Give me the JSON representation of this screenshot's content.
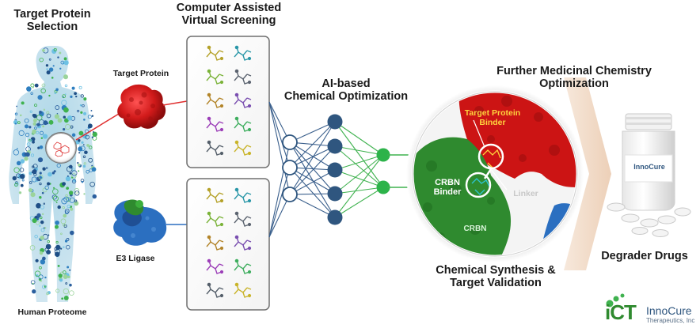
{
  "labels": {
    "target_selection": [
      "Target Protein",
      "Selection"
    ],
    "virtual_screening": [
      "Computer Assisted",
      "Virtual Screening"
    ],
    "target_protein": "Target Protein",
    "e3_ligase": "E3 Ligase",
    "human_proteome": "Human Proteome",
    "ai_optimization": [
      "AI-based",
      "Chemical Optimization"
    ],
    "further_optimization": [
      "Further Medicinal Chemistry",
      "Optimization"
    ],
    "synthesis": [
      "Chemical Synthesis &",
      "Target Validation"
    ],
    "degrader_drugs": "Degrader Drugs"
  },
  "structure_labels": {
    "target_binder": [
      "Target Protein",
      "Binder"
    ],
    "crbn_binder": [
      "CRBN",
      "Binder"
    ],
    "linker": "Linker",
    "crbn": "CRBN"
  },
  "bottle_label": "InnoCure",
  "logo": {
    "mark": "iCT",
    "name": "InnoCure",
    "subtitle": "Therapeutics, Inc"
  },
  "colors": {
    "navy": "#2f567f",
    "green_node": "#2db34a",
    "line_blue": "#3a5f8c",
    "line_green": "#3fb24f",
    "protein_red": "#d11a1a",
    "protein_green": "#2f8a2f",
    "protein_blue": "#2b6fc0",
    "binder_yellow": "#ffd33d",
    "arrow_fill": "#f0d8c4"
  },
  "icons": {
    "body": "human-body-proteome-icon",
    "target_protein": "red-protein-blob-icon",
    "e3": "e3-ligase-complex-icon",
    "molecule": "molecule-icon",
    "bottle": "pill-bottle-icon"
  }
}
